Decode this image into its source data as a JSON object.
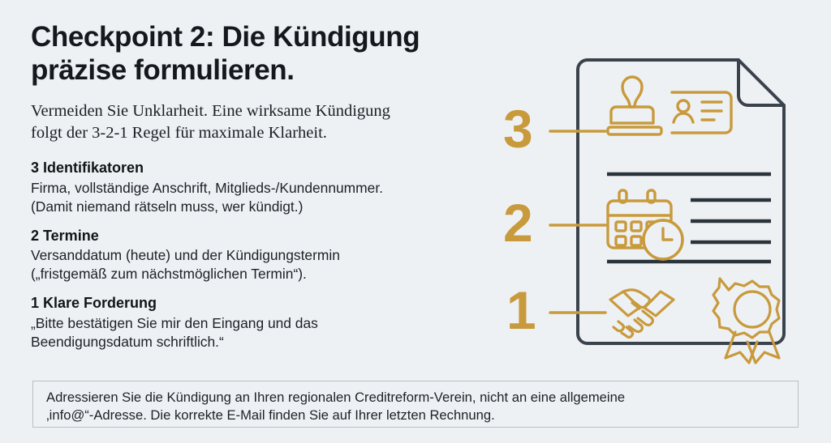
{
  "colors": {
    "background": "#eef1f4",
    "ink": "#1d2026",
    "gold": "#c89a3c",
    "document_outline": "#3a434c",
    "note_border": "#b9bfc6"
  },
  "header": {
    "title": "Checkpoint 2: Die Kündigung\npräzise formulieren."
  },
  "intro": {
    "text": "Vermeiden Sie Unklarheit. Eine wirksame Kündigung\nfolgt der 3-2-1 Regel für maximale Klarheit."
  },
  "rules": [
    {
      "heading": "3 Identifikatoren",
      "body": "Firma, vollständige Anschrift, Mitglieds-/Kundennummer.\n(Damit niemand rätseln muss, wer kündigt.)"
    },
    {
      "heading": "2 Termine",
      "body": "Versanddatum (heute) und der Kündigungstermin\n(„fristgemäß zum nächstmöglichen Termin“)."
    },
    {
      "heading": "1 Klare Forderung",
      "body": "„Bitte bestätigen Sie mir den Eingang und das\nBeendigungsdatum schriftlich.“"
    }
  ],
  "footer_note": {
    "text": "Adressieren Sie die Kündigung an Ihren regionalen Creditreform-Verein, nicht an eine allgemeine\n‚info@“-Adresse. Die korrekte E-Mail finden Sie auf Ihrer letzten Rechnung."
  },
  "illustration": {
    "document_label": "document-sheet-with-folded-corner",
    "callouts": [
      {
        "number": "3",
        "icon_group": "stamp-and-id-card"
      },
      {
        "number": "2",
        "icon_group": "calendar-and-clock"
      },
      {
        "number": "1",
        "icon_group": "handshake-and-award-rosette"
      }
    ]
  }
}
